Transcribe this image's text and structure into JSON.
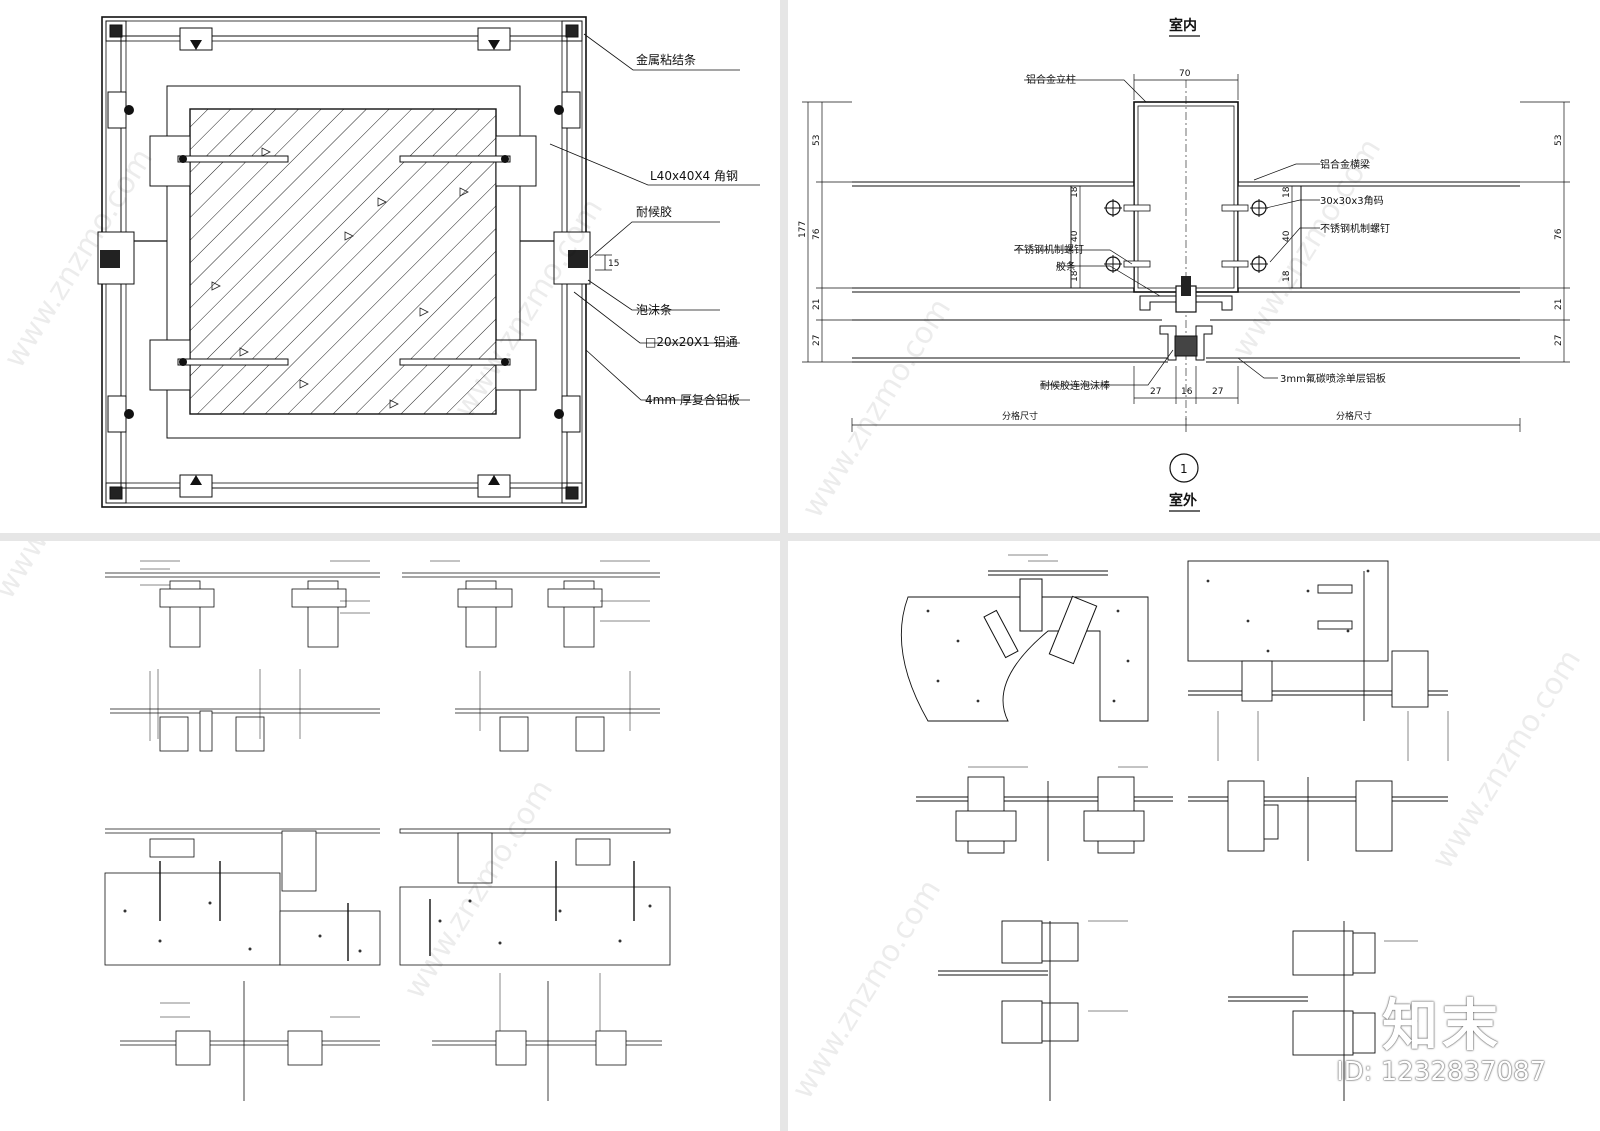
{
  "panel_a": {
    "labels": [
      "金属粘结条",
      "L40x40X4 角钢",
      "耐候胶",
      "泡沫条",
      "□20x20X1 铝通",
      "4mm 厚复合铝板"
    ],
    "dim_15": "15"
  },
  "panel_b": {
    "title_top": "室内",
    "title_bottom": "室外",
    "section_no": "1",
    "labels": [
      "铝合金立柱",
      "铝合金横梁",
      "30x30x3角码",
      "不锈钢机制螺钉",
      "不锈钢机制螺钉",
      "胶条",
      "耐候胶连泡沫棒",
      "3mm氟碳喷涂单层铝板"
    ],
    "dims": {
      "width_70": "70",
      "left_53": "53",
      "left_177": "177",
      "left_76": "76",
      "left_21": "21",
      "left_27": "27",
      "right_53": "53",
      "right_76": "76",
      "right_21": "21",
      "right_27": "27",
      "n18a": "18",
      "n40a": "40",
      "n18b": "18",
      "n18c": "18",
      "n40b": "40",
      "n18d": "18",
      "bot_27a": "27",
      "bot_16": "16",
      "bot_27b": "27"
    },
    "span_left": "分格尺寸",
    "span_right": "分格尺寸"
  },
  "watermark": {
    "text": "www.znzmo.com",
    "logo_text": "知末",
    "id_text": "ID: 1232837087"
  }
}
